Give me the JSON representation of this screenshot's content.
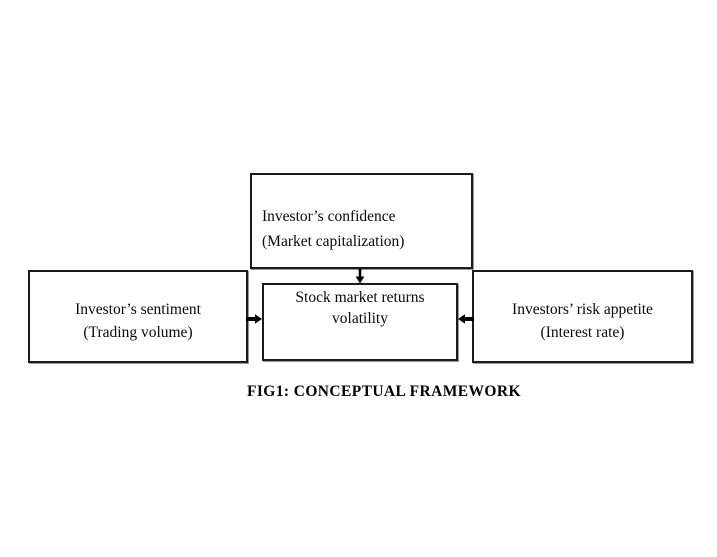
{
  "figure": {
    "caption": "FIG1: CONCEPTUAL FRAMEWORK",
    "boxes": {
      "confidence": {
        "line1": "Investor’s confidence",
        "line2": "(Market capitalization)"
      },
      "sentiment": {
        "line1": "Investor’s sentiment",
        "line2": "(Trading volume)"
      },
      "risk_appetite": {
        "line1": "Investors’ risk appetite",
        "line2": "(Interest rate)"
      },
      "outcome": {
        "line1": "Stock market returns",
        "line2": "volatility"
      }
    },
    "arrows": {
      "top_to_center": "down-arrow",
      "left_to_center": "right-arrow",
      "right_to_center": "left-arrow"
    },
    "colors": {
      "background": "#ffffff",
      "box_border": "#1b1b1b",
      "box_shadow": "#9a9a9a",
      "text": "#0a0a0a",
      "arrow": "#000000"
    }
  }
}
